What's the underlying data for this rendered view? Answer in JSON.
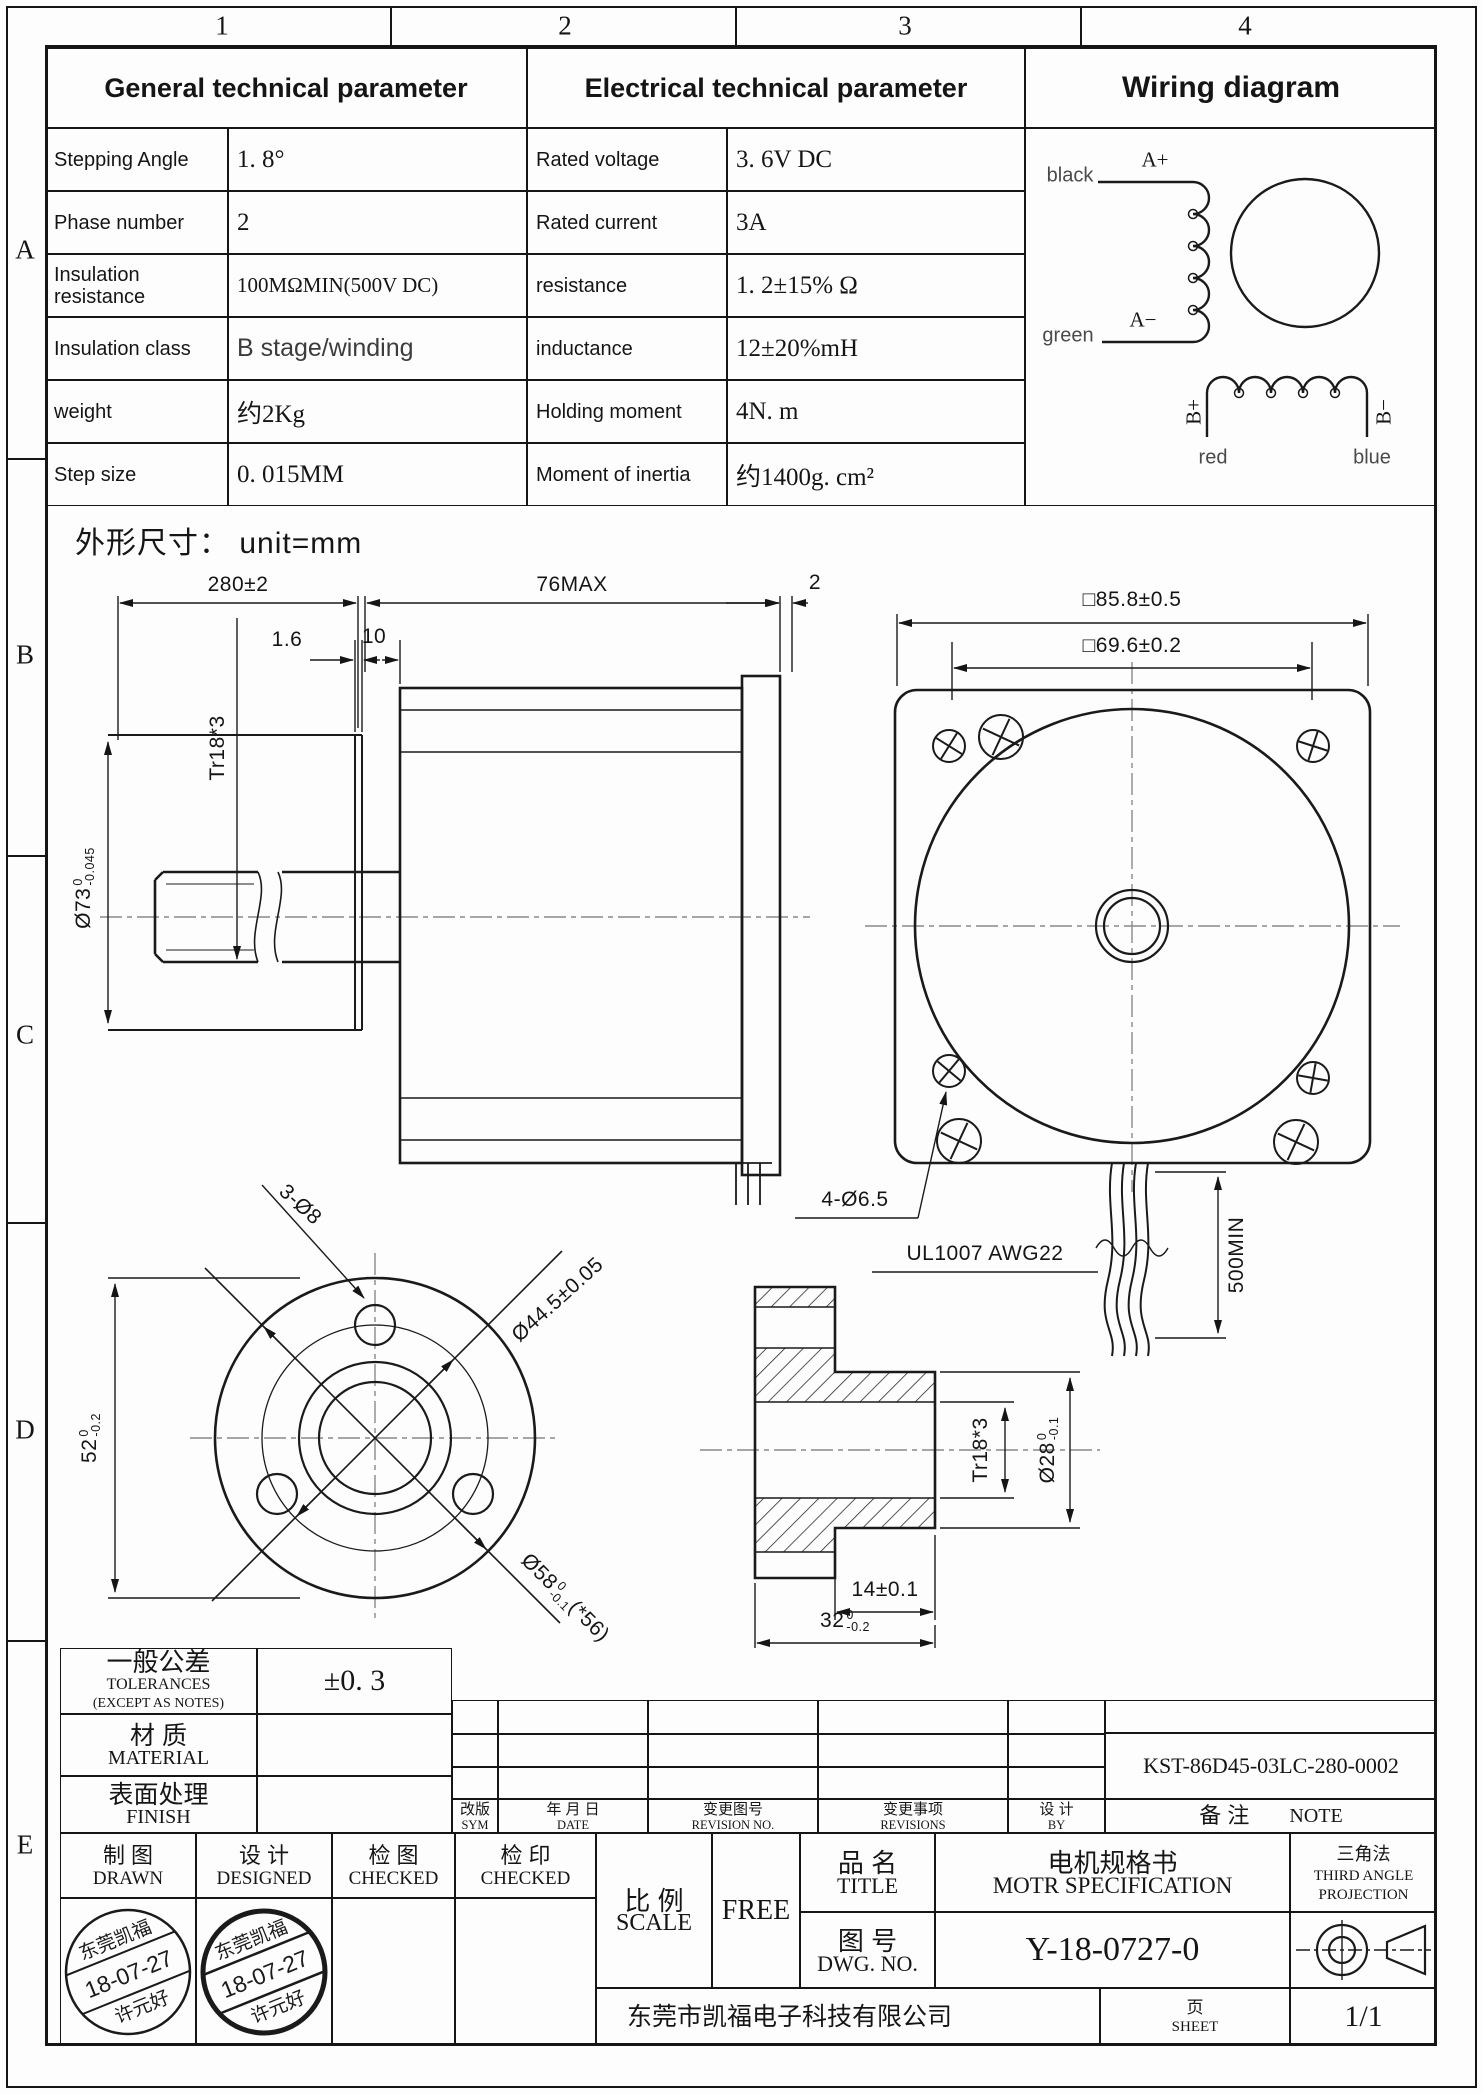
{
  "sheet": {
    "cols": [
      "1",
      "2",
      "3",
      "4"
    ],
    "rows": [
      "A",
      "B",
      "C",
      "D",
      "E"
    ]
  },
  "tables": {
    "general": {
      "title": "General technical parameter",
      "rows": [
        {
          "label": "Stepping Angle",
          "value": "1. 8°"
        },
        {
          "label": "Phase number",
          "value": "2"
        },
        {
          "label": "Insulation resistance",
          "value": "100MΩMIN(500V DC)"
        },
        {
          "label": "Insulation class",
          "value": "B stage/winding"
        },
        {
          "label": "weight",
          "value": "约2Kg"
        },
        {
          "label": "Step size",
          "value": "0. 015MM"
        }
      ]
    },
    "electrical": {
      "title": "Electrical technical parameter",
      "rows": [
        {
          "label": "Rated voltage",
          "value": "3. 6V  DC"
        },
        {
          "label": "Rated current",
          "value": "3A"
        },
        {
          "label": "resistance",
          "value": "1. 2±15% Ω"
        },
        {
          "label": "inductance",
          "value": "12±20%mH"
        },
        {
          "label": "Holding moment",
          "value": "4N. m"
        },
        {
          "label": "Moment of inertia",
          "value": "约1400g. cm²"
        }
      ]
    }
  },
  "wiring": {
    "title": "Wiring diagram",
    "black": "black",
    "green": "green",
    "a_plus": "A+",
    "a_minus": "A−",
    "b_plus": "B+",
    "b_minus": "B−",
    "red": "red",
    "blue": "blue"
  },
  "drawing": {
    "heading": "外形尺寸： unit=mm",
    "len_280": "280±2",
    "len_76": "76MAX",
    "len_2": "2",
    "len_16": "1.6",
    "len_10": "10",
    "thread_side": "Tr18*3",
    "d73": {
      "main": "Ø73",
      "sup": "0",
      "sub": "-0.045"
    },
    "sq_outer": "□85.8±0.5",
    "sq_inner": "□69.6±0.2",
    "holes_4": "4-Ø6.5",
    "wire_spec": "UL1007 AWG22",
    "wire_len": "500MIN",
    "holes_3": "3-Ø8",
    "bolt_circle": "Ø44.5±0.05",
    "d52": {
      "main": "52",
      "sup": "0",
      "sub": "-0.2"
    },
    "d58": {
      "main": "Ø58",
      "sup": "0",
      "sub": "-0.1",
      "suffix": "(*56)"
    },
    "thread_section": "Tr18*3",
    "d28": {
      "main": "Ø28",
      "sup": "0",
      "sub": "-0.1"
    },
    "len_14": "14±0.1",
    "d32": {
      "main": "32",
      "sup": "0",
      "sub": "-0.2"
    }
  },
  "titleblock": {
    "tolerances": {
      "cn": "一般公差",
      "en": "TOLERANCES",
      "note": "(EXCEPT AS NOTES)",
      "value": "±0. 3"
    },
    "material": {
      "cn": "材  质",
      "en": "MATERIAL"
    },
    "finish": {
      "cn": "表面处理",
      "en": "FINISH"
    },
    "note_number": "KST-86D45-03LC-280-0002",
    "rev": {
      "sym_cn": "改版",
      "sym_en": "SYM",
      "date_cn": "年 月 日",
      "date_en": "DATE",
      "no_cn": "变更图号",
      "no_en": "REVISION NO.",
      "items_cn": "变更事项",
      "items_en": "REVISIONS",
      "by_cn": "设 计",
      "by_en": "BY",
      "note_cn": "备  注",
      "note_en": "NOTE"
    },
    "drawn": {
      "cn": "制  图",
      "en": "DRAWN"
    },
    "designed": {
      "cn": "设  计",
      "en": "DESIGNED"
    },
    "checked": {
      "cn": "检  图",
      "en": "CHECKED"
    },
    "checked2": {
      "cn": "检  印",
      "en": "CHECKED"
    },
    "scale": {
      "cn": "比 例",
      "en": "SCALE",
      "value": "FREE"
    },
    "title": {
      "cn": "品  名",
      "en": "TITLE",
      "value_cn": "电机规格书",
      "value_en": "MOTR SPECIFICATION"
    },
    "dwg": {
      "cn": "图  号",
      "en": "DWG. NO.",
      "value": "Y-18-0727-0"
    },
    "projection": {
      "cn": "三角法",
      "en1": "THIRD ANGLE",
      "en2": "PROJECTION"
    },
    "company": "东莞市凯福电子科技有限公司",
    "sheet": {
      "cn": "页",
      "en": "SHEET",
      "value": "1/1"
    },
    "stamp": {
      "l1": "东莞凯福",
      "l2": "18-07-27",
      "l3": "许元好"
    }
  }
}
